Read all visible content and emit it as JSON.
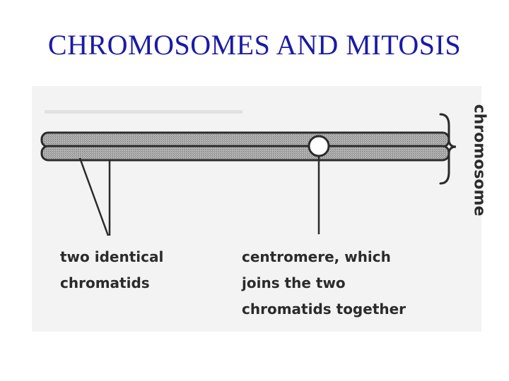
{
  "slide": {
    "title": "CHROMOSOMES AND MITOSIS"
  },
  "diagram": {
    "chromatids_label": [
      "two identical",
      "chromatids"
    ],
    "centromere_label": [
      "centromere, which",
      "joins the two",
      "chromatids together"
    ],
    "chromosome_label": "chromosome",
    "colors": {
      "title": "#1a1aa6",
      "chromatid_fill": "#a9a9a9",
      "outline": "#2b2b2b",
      "panel": "#f3f3f3"
    }
  }
}
